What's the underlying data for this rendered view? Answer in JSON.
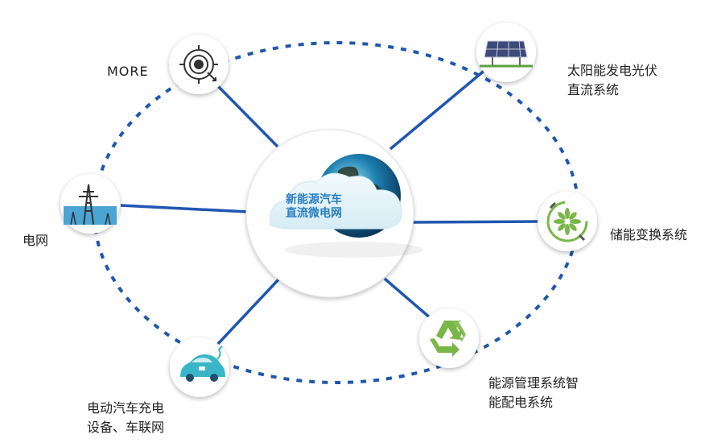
{
  "center": {
    "line1": "新能源汽车",
    "line2": "直流微电网",
    "icon": "globe-cloud-icon"
  },
  "nodes": [
    {
      "id": "more",
      "label_lines": [
        "MORE"
      ],
      "icon": "target-dial-icon"
    },
    {
      "id": "solar",
      "label_lines": [
        "太阳能发电光伏",
        "直流系统"
      ],
      "icon": "solar-panel-icon"
    },
    {
      "id": "grid",
      "label_lines": [
        "电网"
      ],
      "icon": "power-tower-icon"
    },
    {
      "id": "storage",
      "label_lines": [
        "储能变换系统"
      ],
      "icon": "energy-flower-plug-icon"
    },
    {
      "id": "ev",
      "label_lines": [
        "电动汽车充电",
        "设备、车联网"
      ],
      "icon": "electric-car-icon"
    },
    {
      "id": "smart",
      "label_lines": [
        "能源管理系统智",
        "能配电系统"
      ],
      "icon": "recycle-icon"
    }
  ],
  "colors": {
    "link": "#1f56b0",
    "ring": "#1f56b0",
    "center_text": "#2a7fc4",
    "eco_green": "#7ab648",
    "ev_teal": "#38b6c8"
  }
}
